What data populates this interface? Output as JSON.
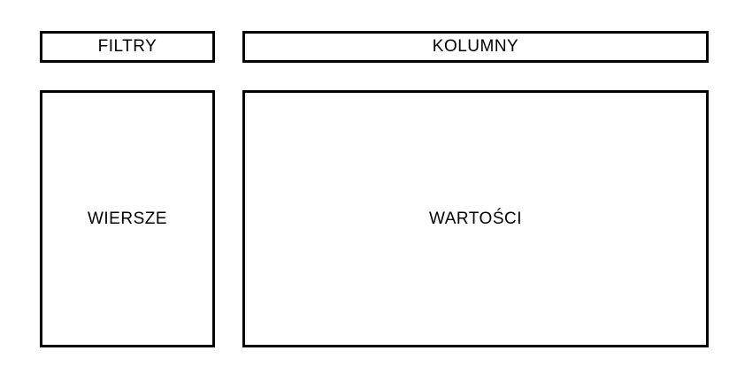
{
  "diagram": {
    "description": "pivot-table-areas-wireframe",
    "colors": {
      "background": "#ffffff",
      "border": "#000000",
      "text": "#000000"
    },
    "boxes": {
      "filters": {
        "label": "FILTRY"
      },
      "columns": {
        "label": "KOLUMNY"
      },
      "rows": {
        "label": "WIERSZE"
      },
      "values": {
        "label": "WARTOŚCI"
      }
    }
  }
}
